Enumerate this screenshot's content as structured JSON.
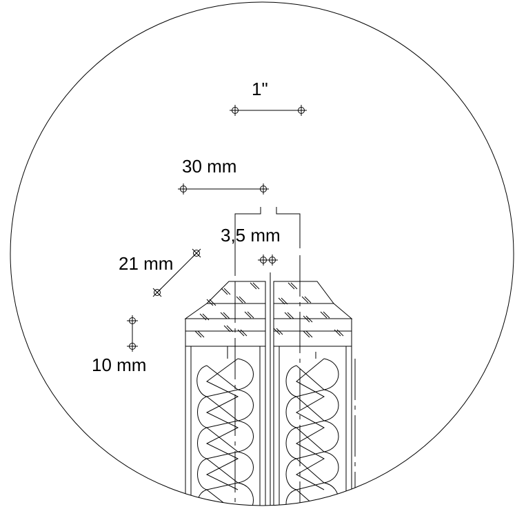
{
  "detail": {
    "labels": {
      "inch": "1\"",
      "thirty": "30 mm",
      "three_five": "3,5 mm",
      "twenty_one": "21 mm",
      "ten": "10 mm"
    }
  }
}
